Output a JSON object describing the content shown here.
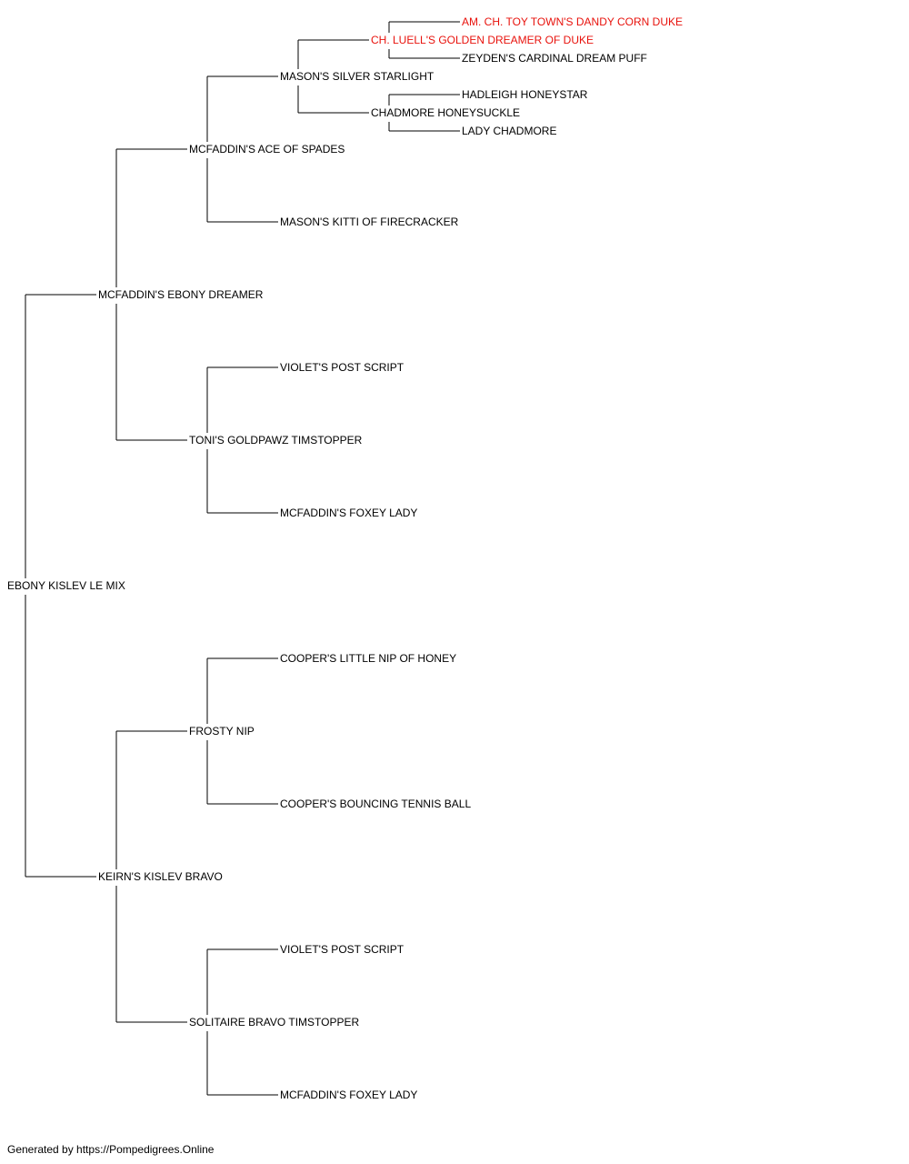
{
  "pedigree": {
    "subject": {
      "name": "EBONY KISLEV LE MIX",
      "sire": {
        "name": "MCFADDIN'S EBONY DREAMER",
        "sire": {
          "name": "MCFADDIN'S ACE OF SPADES",
          "sire": {
            "name": "MASON'S SILVER STARLIGHT",
            "sire": {
              "name": "CH. LUELL'S GOLDEN DREAMER OF DUKE",
              "titled": true,
              "sire": {
                "name": "AM. CH. TOY TOWN'S DANDY CORN DUKE",
                "titled": true
              },
              "dam": {
                "name": "ZEYDEN'S CARDINAL DREAM PUFF"
              }
            },
            "dam": {
              "name": "CHADMORE HONEYSUCKLE",
              "sire": {
                "name": "HADLEIGH HONEYSTAR"
              },
              "dam": {
                "name": "LADY CHADMORE"
              }
            }
          },
          "dam": {
            "name": "MASON'S KITTI OF FIRECRACKER"
          }
        },
        "dam": {
          "name": "TONI'S GOLDPAWZ TIMSTOPPER",
          "sire": {
            "name": "VIOLET'S POST SCRIPT"
          },
          "dam": {
            "name": "MCFADDIN'S FOXEY LADY"
          }
        }
      },
      "dam": {
        "name": "KEIRN'S KISLEV BRAVO",
        "sire": {
          "name": "FROSTY NIP",
          "sire": {
            "name": "COOPER'S LITTLE NIP OF HONEY"
          },
          "dam": {
            "name": "COOPER'S BOUNCING TENNIS BALL"
          }
        },
        "dam": {
          "name": "SOLITAIRE BRAVO TIMSTOPPER",
          "sire": {
            "name": "VIOLET'S POST SCRIPT"
          },
          "dam": {
            "name": "MCFADDIN'S FOXEY LADY"
          }
        }
      }
    }
  },
  "colors": {
    "text": "#000000",
    "titled": "#e8120c",
    "line": "#000000"
  },
  "footer": "Generated by https://Pompedigrees.Online"
}
